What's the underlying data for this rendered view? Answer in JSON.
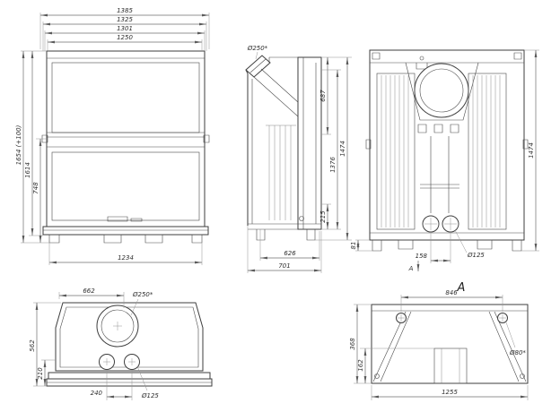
{
  "front": {
    "dims": {
      "overall_width": "1385",
      "frame_width": "1325",
      "inner_width": "1301",
      "glass_width": "1250",
      "overall_height": "1654 (+100)",
      "body_height": "1614",
      "lower_height": "748",
      "base_width": "1234"
    }
  },
  "side": {
    "dims": {
      "flue_diameter": "Ø250*",
      "upper_height": "687",
      "overall_height": "1474",
      "body_height": "1376",
      "lower_detail": "215",
      "inner_depth": "626",
      "overall_depth": "701"
    }
  },
  "rear": {
    "dims": {
      "overall_height": "1474",
      "leg_height": "81",
      "outlet_spacing": "158",
      "outlet_diameter": "Ø125",
      "section_mark": "A"
    }
  },
  "top": {
    "dims": {
      "rear_width": "662",
      "flue_diameter": "Ø250*",
      "overall_depth": "562",
      "front_depth": "210",
      "outlet_spacing": "240",
      "outlet_diameter": "Ø125"
    }
  },
  "section_a": {
    "title": "A",
    "dims": {
      "hole_spacing": "846",
      "overall_depth": "368",
      "duct_depth": "162",
      "hole_diameter": "Ø80*",
      "base_width": "1255"
    }
  }
}
